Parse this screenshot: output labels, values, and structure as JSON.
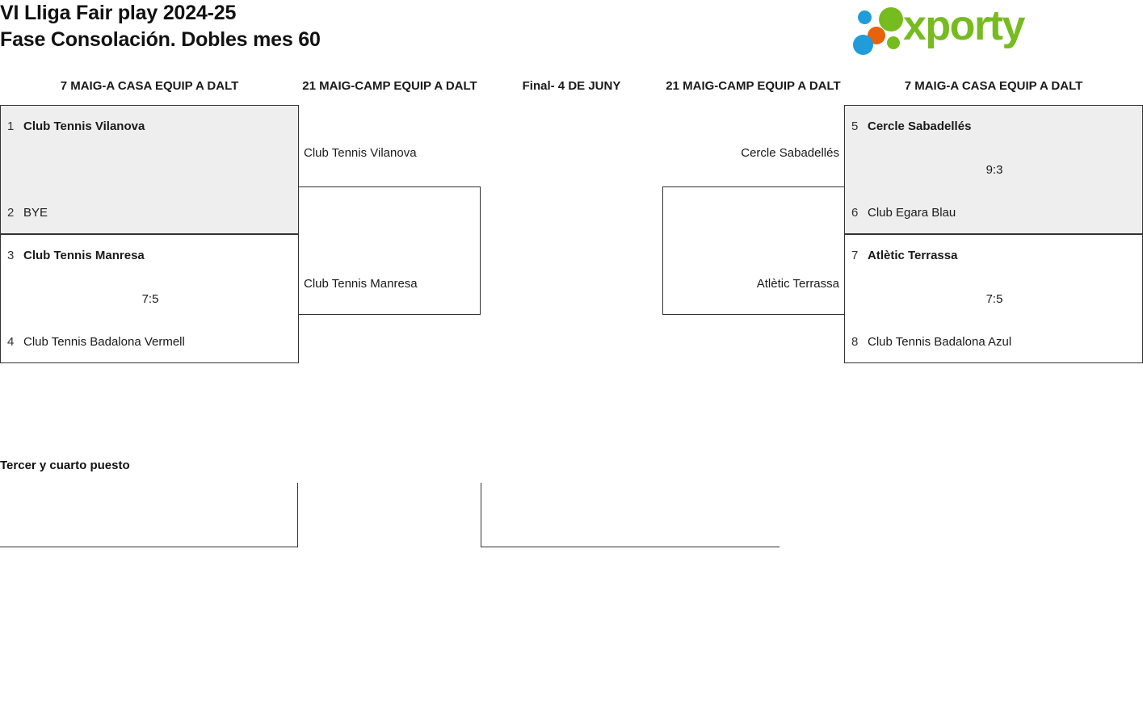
{
  "header": {
    "title_line1": "VI Lliga Fair play 2024-25",
    "title_line2": "Fase Consolación. Dobles mes 60",
    "logo_text": "xporty",
    "logo_colors": {
      "green": "#77bc1f",
      "blue": "#1f9cd9",
      "orange": "#e8620c"
    }
  },
  "rounds": {
    "round1_left": "7 MAIG-A CASA EQUIP A DALT",
    "semifinal_left": "21 MAIG-CAMP EQUIP A DALT",
    "final": "Final- 4 DE JUNY",
    "semifinal_right": "21 MAIG-CAMP EQUIP A DALT",
    "round1_right": "7 MAIG-A CASA EQUIP A DALT"
  },
  "matches": {
    "m1": {
      "shaded": true,
      "top": {
        "seed": "1",
        "name": "Club Tennis Vilanova",
        "winner": true
      },
      "bottom": {
        "seed": "2",
        "name": "BYE",
        "winner": false
      },
      "score": ""
    },
    "m2": {
      "shaded": false,
      "top": {
        "seed": "3",
        "name": "Club Tennis Manresa",
        "winner": true
      },
      "bottom": {
        "seed": "4",
        "name": "Club Tennis Badalona Vermell",
        "winner": false
      },
      "score": "7:5"
    },
    "m3": {
      "shaded": true,
      "top": {
        "seed": "5",
        "name": "Cercle Sabadellés",
        "winner": true
      },
      "bottom": {
        "seed": "6",
        "name": "Club Egara Blau",
        "winner": false
      },
      "score": "9:3"
    },
    "m4": {
      "shaded": false,
      "top": {
        "seed": "7",
        "name": "Atlètic Terrassa",
        "winner": true
      },
      "bottom": {
        "seed": "8",
        "name": "Club Tennis Badalona Azul",
        "winner": false
      },
      "score": "7:5"
    }
  },
  "semifinals": {
    "left_top": "Club Tennis Vilanova",
    "left_bottom": "Club Tennis Manresa",
    "right_top": "Cercle Sabadellés",
    "right_bottom": "Atlètic Terrassa"
  },
  "third_place": {
    "label": "Tercer y cuarto puesto",
    "left_team": "",
    "right_team": ""
  }
}
